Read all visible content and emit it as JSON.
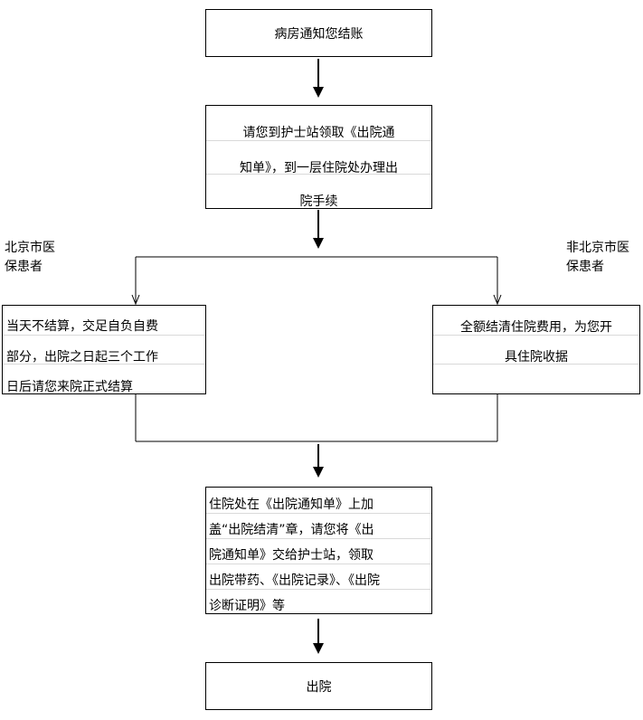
{
  "step1": {
    "text": "病房通知您结账"
  },
  "step2": {
    "lines": [
      "请您到护士站领取《出院通",
      "知单》，到一层住院处办理出",
      "院手续"
    ]
  },
  "branch_left_label": {
    "lines": [
      "北京市医",
      "保患者"
    ]
  },
  "branch_right_label": {
    "lines": [
      "非北京市医",
      "保患者"
    ]
  },
  "left_box": {
    "lines": [
      "当天不结算，交足自负自费",
      "部分，出院之日起三个工作",
      "日后请您来院正式结算"
    ]
  },
  "right_box": {
    "lines": [
      "全额结清住院费用，为您开",
      "具住院收据"
    ]
  },
  "step4": {
    "lines": [
      "住院处在《出院通知单》上加",
      "盖“出院结清”章，请您将《出",
      "院通知单》交给护士站，领取",
      "出院带药、《出院记录》、《出院",
      "诊断证明》等"
    ]
  },
  "step5": {
    "text": "出院"
  }
}
